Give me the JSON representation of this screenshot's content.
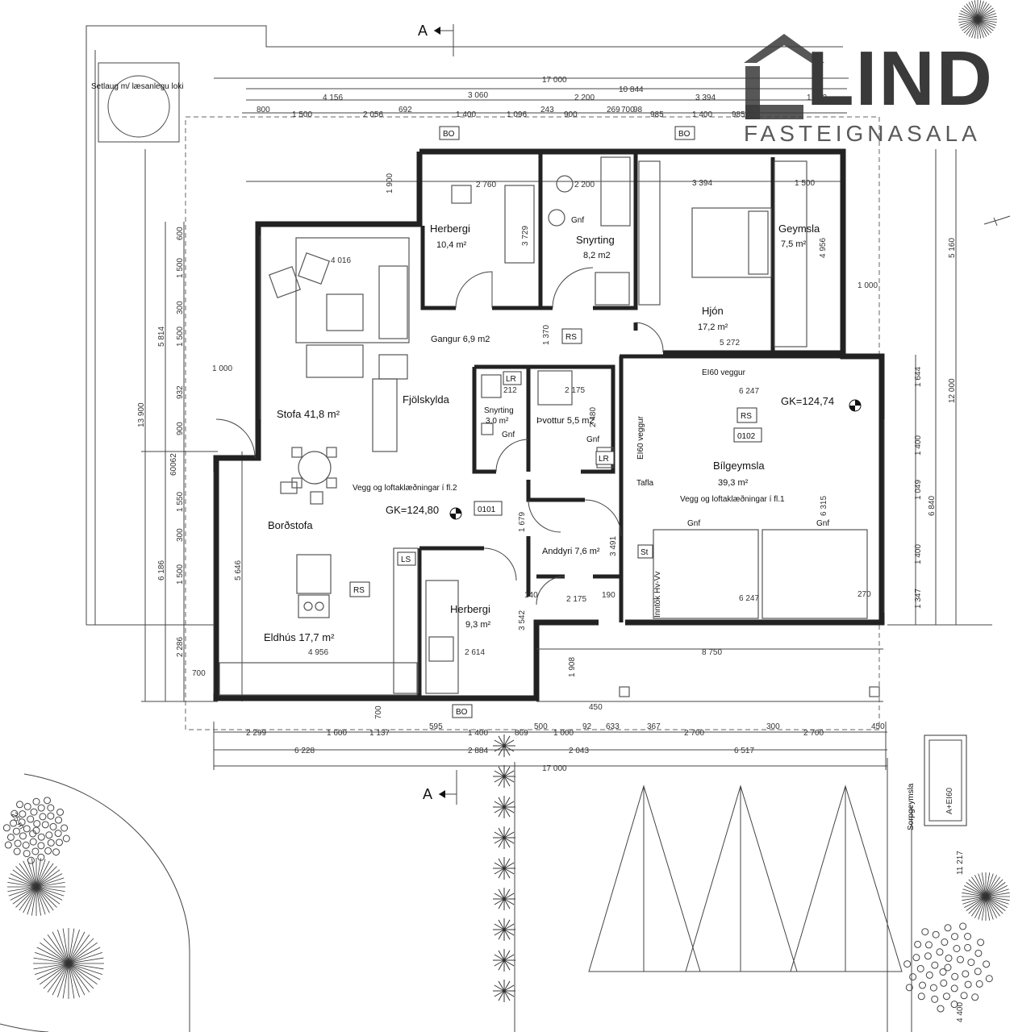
{
  "logo": {
    "word": "LIND",
    "sub": "FASTEIGNASALA"
  },
  "section_marker": "A",
  "rooms": {
    "setlaug": "Setlaug m/ læsanlegu loki",
    "herbergi1_name": "Herbergi",
    "herbergi1_area": "10,4 m²",
    "snyrting1_name": "Snyrting",
    "snyrting1_area": "8,2 m2",
    "hjon_name": "Hjón",
    "hjon_area": "17,2 m²",
    "geymsla_name": "Geymsla",
    "geymsla_area": "7,5 m²",
    "gangur": "Gangur 6,9 m2",
    "stofa": "Stofa 41,8 m²",
    "fjolskylda": "Fjölskylda",
    "snyrting2_name": "Snyrting",
    "snyrting2_area": "3,0 m²",
    "thvottur": "Þvottur 5,5 m2",
    "bilgeymsla_name": "Bílgeymsla",
    "bilgeymsla_area": "39,3 m²",
    "bordstofa": "Borðstofa",
    "eldhus": "Eldhús 17,7 m²",
    "herbergi2_name": "Herbergi",
    "herbergi2_area": "9,3 m²",
    "anddyri": "Anddyri 7,6 m²",
    "sorpgeymsla": "Sorpgeymsla"
  },
  "notes": {
    "vegg1": "Vegg og loftaklæðningar í fl.2",
    "vegg2": "Vegg og loftaklæðningar í fl.1",
    "ei60_top": "EI60 veggur",
    "ei60_side": "EI60 veggur",
    "inntok": "Inntök Hv-Vv",
    "tafla": "Tafla"
  },
  "tags": {
    "bo1": "BO",
    "bo2": "BO",
    "bo3": "BO",
    "rs1": "RS",
    "rs2": "RS",
    "rs3": "RS",
    "lr1": "LR",
    "lr2": "LR",
    "ls": "LS",
    "st": "St",
    "gnf1": "Gnf",
    "gnf2": "Gnf",
    "gnf3": "Gnf",
    "gnf4": "Gnf",
    "gnf5": "Gnf",
    "room0101": "0101",
    "room0102": "0102",
    "gk1": "GK=124,80",
    "gk2": "GK=124,74"
  },
  "dims": {
    "top_total": "17 000",
    "top_b": "10 844",
    "t1": "4 156",
    "t2": "3 060",
    "t3": "2 200",
    "t4": "3 394",
    "t5": "1 772",
    "t6": "800",
    "t7": "1 500",
    "t8": "2 056",
    "t9": "692",
    "t10": "1 400",
    "t11": "1 096",
    "t12": "243",
    "t13": "900",
    "t14": "269",
    "t15": "700",
    "t16": "98",
    "t17": "985",
    "t18": "1 400",
    "t19": "985",
    "r_herb": "2 760",
    "r_snyrt": "2 200",
    "r_hjon": "3 394",
    "r_geym": "1 500",
    "v1900": "1 900",
    "v3729": "3 729",
    "v4016": "4 016",
    "v4956r": "4 956",
    "v1000a": "1 000",
    "v1370": "1 370",
    "v5272": "5 272",
    "v1000b": "1 000",
    "b2212": "212",
    "b2175": "2 175",
    "b2480": "2 480",
    "b6247": "6 247",
    "b6247b": "6 247",
    "b1679": "1 679",
    "b3491": "3 491",
    "b140": "140",
    "b2175b": "2 175",
    "b190": "190",
    "b270": "270",
    "b3542": "3 542",
    "b2614": "2 614",
    "b4956": "4 956",
    "b700": "700",
    "b6315": "6 315",
    "b8750": "8 750",
    "b1908": "1 908",
    "b450": "450",
    "b700b": "700",
    "bot1": "2 299",
    "bot2": "1 600",
    "bot3": "1 137",
    "bot4": "595",
    "bot5": "1 400",
    "bot6": "869",
    "bot7": "500",
    "bot8": "1 000",
    "bot9": "92",
    "bot10": "633",
    "bot11": "367",
    "bot12": "2 700",
    "bot13": "300",
    "bot14": "2 700",
    "bot15": "450",
    "bb1": "6 228",
    "bb2": "2 884",
    "bb3": "2 043",
    "bb4": "6 517",
    "bottom_total": "17 000",
    "l13900": "13 900",
    "l5814": "5 814",
    "l6186": "6 186",
    "l5646": "5 646",
    "l2286": "2 286",
    "l600a": "600",
    "l1500a": "1 500",
    "l300a": "300",
    "l1500b": "1 500",
    "l932": "932",
    "l900": "900",
    "l60062": "60062",
    "l1550": "1 550",
    "l300b": "300",
    "l1500c": "1 500",
    "r5160": "5 160",
    "r12000": "12 000",
    "r6840": "6 840",
    "r1644": "1 644",
    "r1400a": "1 400",
    "r1049": "1 049",
    "r1400b": "1 400",
    "r1347": "1 347",
    "sorp11217": "11 217",
    "sorp4400": "4 400",
    "sorp25": "25 m"
  },
  "sorp_label": "A+EI60"
}
